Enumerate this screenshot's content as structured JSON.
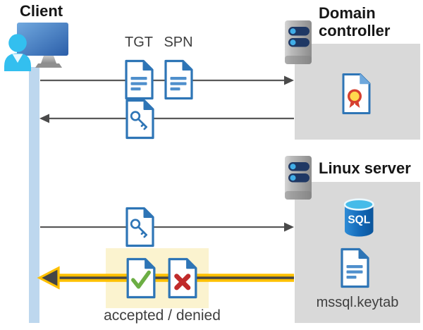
{
  "client": {
    "label": "Client",
    "icon": "person-at-monitor-icon"
  },
  "domain_controller": {
    "label": "Domain controller",
    "icon": "server-icon",
    "certificate_icon": "certificate-document-icon"
  },
  "linux_server": {
    "label": "Linux server",
    "icon": "server-icon",
    "sql_badge": "SQL",
    "sql_icon": "sql-database-icon",
    "keytab_file": "mssql.keytab",
    "keytab_icon": "document-icon"
  },
  "flow": {
    "tgt_label": "TGT",
    "spn_label": "SPN",
    "request_icon": "document-icon",
    "ticket_icon": "key-document-icon",
    "result_label": "accepted / denied",
    "accepted_icon": "document-check-icon",
    "denied_icon": "document-x-icon"
  },
  "colors": {
    "document_blue": "#2E75B6",
    "document_line_blue": "#4F8FCC",
    "lifeline_blue": "#BDD7EE",
    "panel_gray": "#D9D9D9",
    "arrow_gray": "#595959",
    "highlight_yellow_bg": "#FBF3CF",
    "arrow_yellow": "#FFC000",
    "check_green": "#6CAE44",
    "cross_red": "#C02B2B",
    "seal_yellow": "#FFD84D",
    "seal_red": "#D6402F",
    "sql_blue": "#1268B8",
    "sql_top_cyan": "#45BBE9",
    "client_cyan": "#33BFEF",
    "server_pill_navy": "#1F3864"
  }
}
